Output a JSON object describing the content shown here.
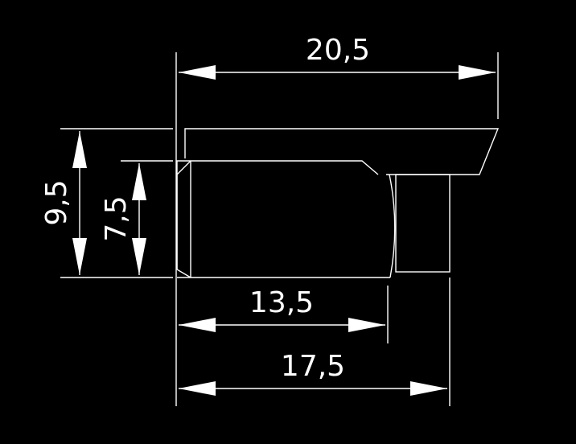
{
  "drawing": {
    "colors": {
      "background": "#000000",
      "lines": "#ffffff"
    },
    "dimensions": {
      "top_width": "20,5",
      "inner_width": "13,5",
      "bottom_width": "17,5",
      "outer_height": "9,5",
      "inner_height": "7,5"
    }
  }
}
